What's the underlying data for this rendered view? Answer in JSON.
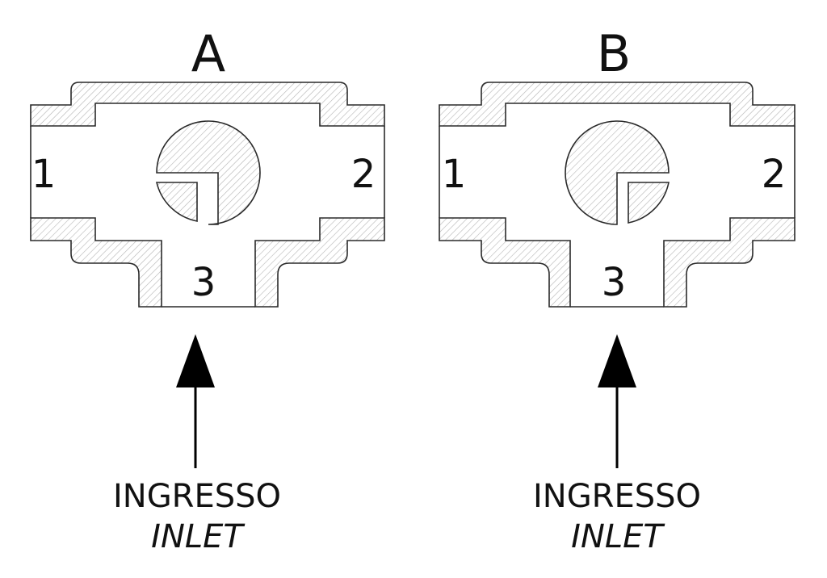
{
  "panels": [
    {
      "title": "A",
      "ports": {
        "left": "1",
        "right": "2",
        "bottom": "3"
      },
      "inlet_label": "INGRESSO",
      "inlet_label_en": "INLET"
    },
    {
      "title": "B",
      "ports": {
        "left": "1",
        "right": "2",
        "bottom": "3"
      },
      "inlet_label": "INGRESSO",
      "inlet_label_en": "INLET"
    }
  ]
}
